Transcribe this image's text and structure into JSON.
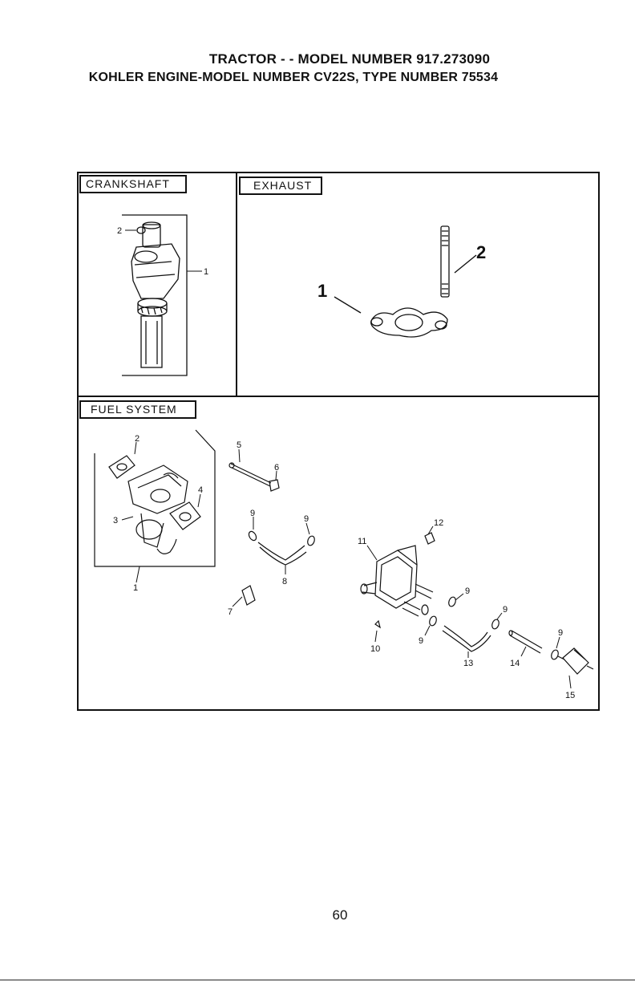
{
  "header": {
    "line1": "TRACTOR - - MODEL NUMBER 917.273090",
    "line2": "KOHLER ENGINE-MODEL NUMBER CV22S, TYPE NUMBER 75534"
  },
  "sections": {
    "crankshaft": {
      "title": "CRANKSHAFT",
      "callouts": [
        "2",
        "1"
      ]
    },
    "exhaust": {
      "title": "EXHAUST",
      "callouts": [
        "1",
        "2"
      ]
    },
    "fuel_system": {
      "title": "FUEL SYSTEM",
      "callouts": [
        "2",
        "4",
        "3",
        "1",
        "5",
        "6",
        "9",
        "9",
        "8",
        "7",
        "12",
        "11",
        "9",
        "9",
        "10",
        "9",
        "13",
        "14",
        "9",
        "15"
      ]
    }
  },
  "page_number": "60"
}
